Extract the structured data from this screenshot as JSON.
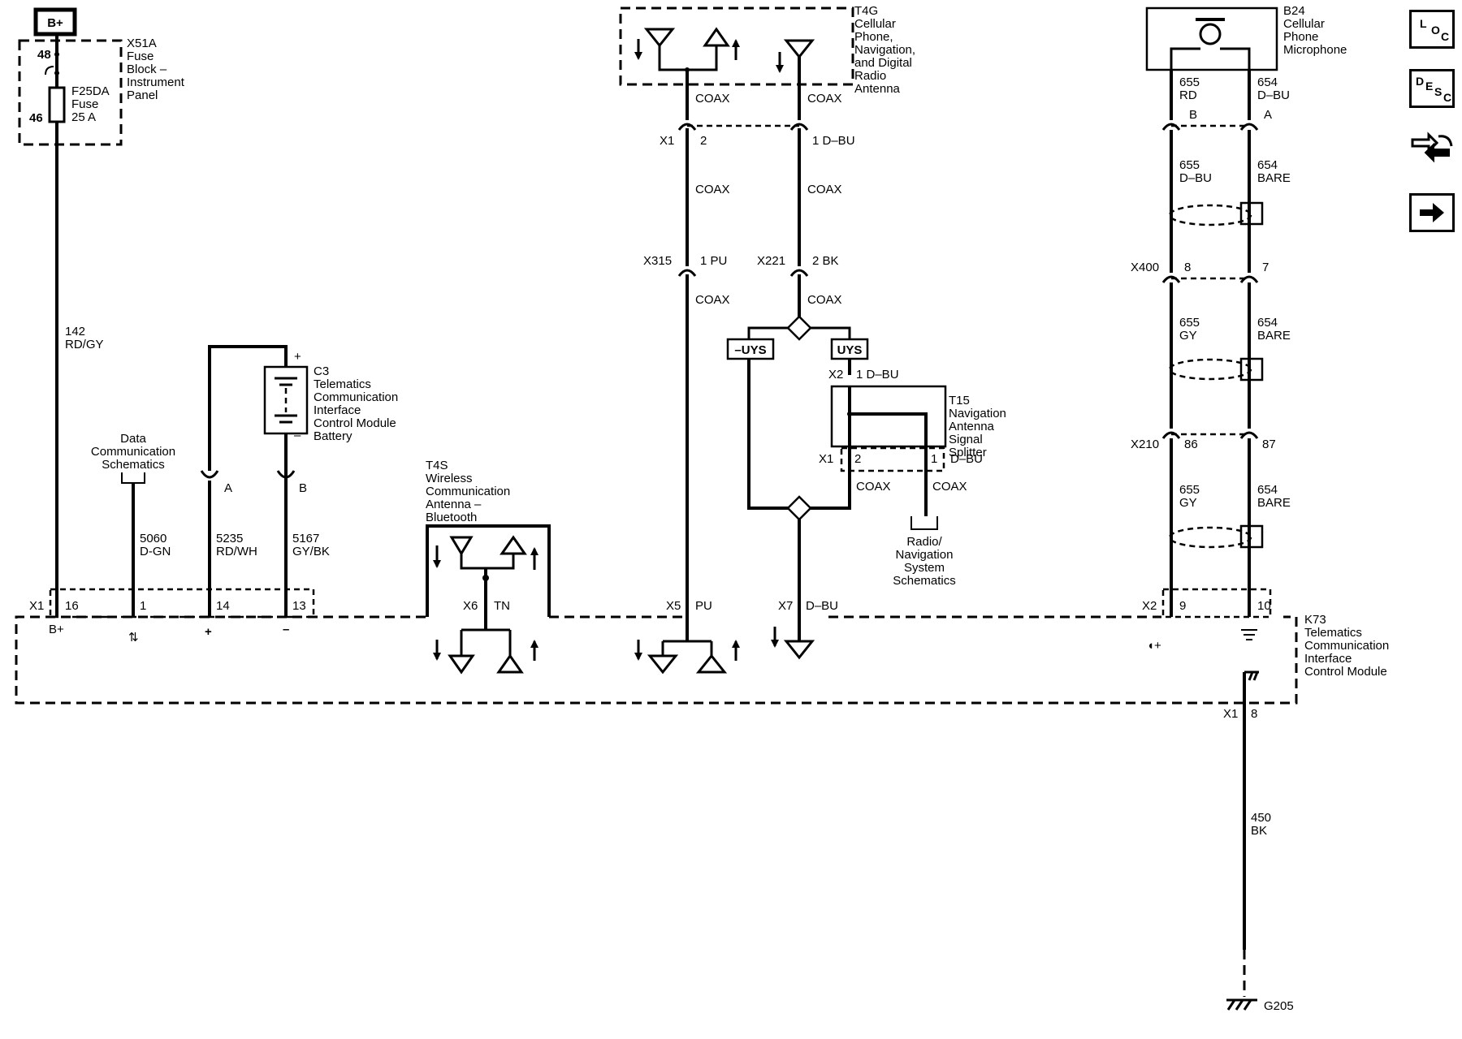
{
  "battery": {
    "label": "B+",
    "pin_label": "B+"
  },
  "fuse_block": {
    "name": "X51A",
    "desc": [
      "Fuse",
      "Block –",
      "Instrument",
      "Panel"
    ],
    "pin_top": "48",
    "pin_bottom": "46"
  },
  "fuse": {
    "name": "F25DA",
    "desc": [
      "Fuse",
      "25 A"
    ]
  },
  "wires": {
    "w142": [
      "142",
      "RD/GY"
    ],
    "w5060": [
      "5060",
      "D-GN"
    ],
    "w5235": [
      "5235",
      "RD/WH"
    ],
    "w5167": [
      "5167",
      "GY/BK"
    ],
    "w450": [
      "450",
      "BK"
    ]
  },
  "data_comm": [
    "Data",
    "Communication",
    "Schematics"
  ],
  "battery_c3": {
    "name": "C3",
    "desc": [
      "Telematics",
      "Communication",
      "Interface",
      "Control Module",
      "Battery"
    ],
    "plus": "+",
    "minus": "–",
    "pin_a": "A",
    "pin_b": "B"
  },
  "x1_pins": {
    "conn": "X1",
    "p16": "16",
    "p1": "1",
    "p14": "14",
    "p13": "13",
    "sym_plus": "+",
    "sym_minus": "–"
  },
  "t4s": {
    "name": "T4S",
    "desc": [
      "Wireless",
      "Communication",
      "Antenna –",
      "Bluetooth"
    ],
    "conn": "X6",
    "color": "TN"
  },
  "t4g": {
    "name": "T4G",
    "desc": [
      "Cellular",
      "Phone,",
      "Navigation,",
      "and Digital",
      "Radio",
      "Antenna"
    ]
  },
  "coax_label": "COAX",
  "left_coax": {
    "x1": "X1",
    "x1_pin": "2",
    "x315": "X315",
    "x315_pin": "1 PU"
  },
  "right_coax": {
    "x1_pin": "1 D–BU",
    "x221": "X221",
    "x221_pin": "2 BK"
  },
  "uys": {
    "neg": "–UYS",
    "pos": "UYS"
  },
  "t15": {
    "name": "T15",
    "desc": [
      "Navigation",
      "Antenna",
      "Signal",
      "Splitter"
    ],
    "x2": "X2",
    "x2_pin": "1 D–BU",
    "x1": "X1",
    "pin2": "2",
    "pin1": "1",
    "pin1_color": "D–BU"
  },
  "radio_nav": [
    "Radio/",
    "Navigation",
    "System",
    "Schematics"
  ],
  "x5": {
    "conn": "X5",
    "color": "PU"
  },
  "x7": {
    "conn": "X7",
    "color": "D–BU"
  },
  "b24": {
    "name": "B24",
    "desc": [
      "Cellular",
      "Phone",
      "Microphone"
    ]
  },
  "mic_wires": {
    "left_top": [
      "655",
      "RD"
    ],
    "right_top": [
      "654",
      "D–BU"
    ],
    "pin_b": "B",
    "pin_a": "A",
    "left_2": [
      "655",
      "D–BU"
    ],
    "right_2": [
      "654",
      "BARE"
    ],
    "x400": "X400",
    "x400_l": "8",
    "x400_r": "7",
    "left_3": [
      "655",
      "GY"
    ],
    "right_3": [
      "654",
      "BARE"
    ],
    "x210": "X210",
    "x210_l": "86",
    "x210_r": "87",
    "left_4": [
      "655",
      "GY"
    ],
    "right_4": [
      "654",
      "BARE"
    ],
    "x2": "X2",
    "x2_l": "9",
    "x2_r": "10"
  },
  "k73": {
    "name": "K73",
    "desc": [
      "Telematics",
      "Communication",
      "Interface",
      "Control Module"
    ],
    "x1": "X1",
    "x1_pin": "8"
  },
  "ground": {
    "name": "G205"
  },
  "side_icons": {
    "loc": [
      "L",
      "O",
      "C"
    ],
    "desc": [
      "D",
      "E",
      "S",
      "C"
    ],
    "icons": [
      "connector-icon",
      "arrow-right-icon"
    ]
  }
}
